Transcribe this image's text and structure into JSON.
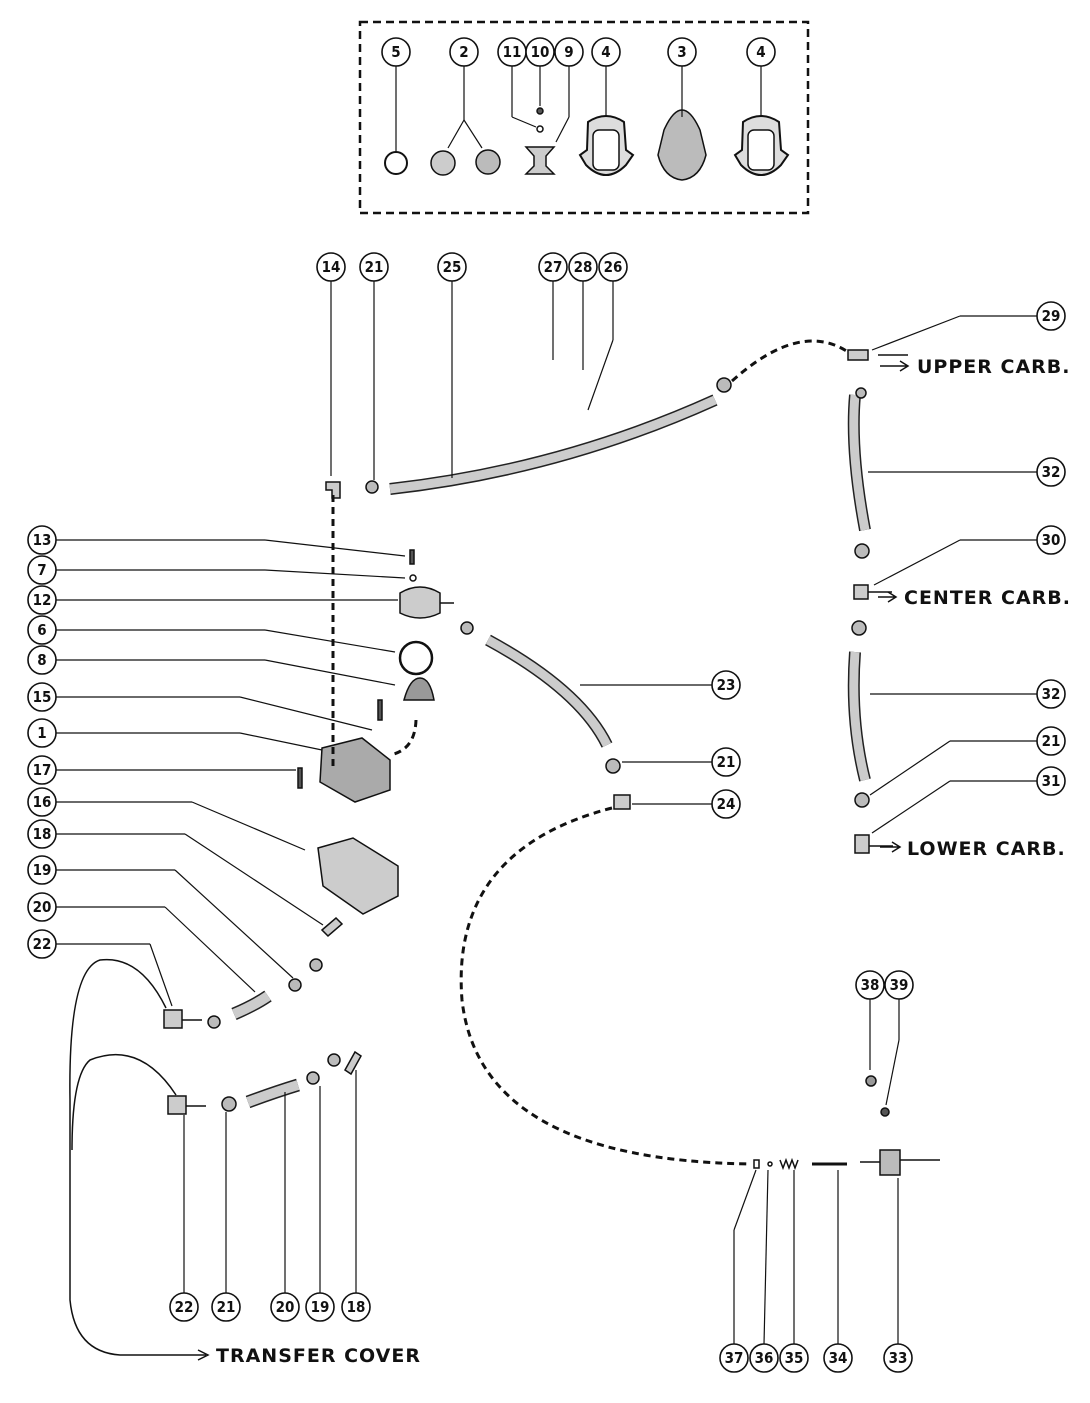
{
  "callouts": {
    "kit": [
      "5",
      "2",
      "11",
      "10",
      "9",
      "4",
      "3",
      "4"
    ],
    "upper_row": [
      "14",
      "21",
      "25",
      "27",
      "28",
      "26"
    ],
    "right_column": [
      "29",
      "32",
      "30",
      "32",
      "21",
      "31"
    ],
    "left_column": [
      "13",
      "7",
      "12",
      "6",
      "8",
      "15",
      "1",
      "17",
      "16",
      "18",
      "19",
      "20",
      "22"
    ],
    "center": [
      "23",
      "21",
      "24",
      "38",
      "39"
    ],
    "bottom_left": [
      "22",
      "21",
      "20",
      "19",
      "18"
    ],
    "bottom_right": [
      "37",
      "36",
      "35",
      "34",
      "33"
    ]
  },
  "destinations": {
    "upper": "UPPER CARB.",
    "center": "CENTER CARB.",
    "lower": "LOWER CARB.",
    "transfer": "TRANSFER COVER"
  }
}
